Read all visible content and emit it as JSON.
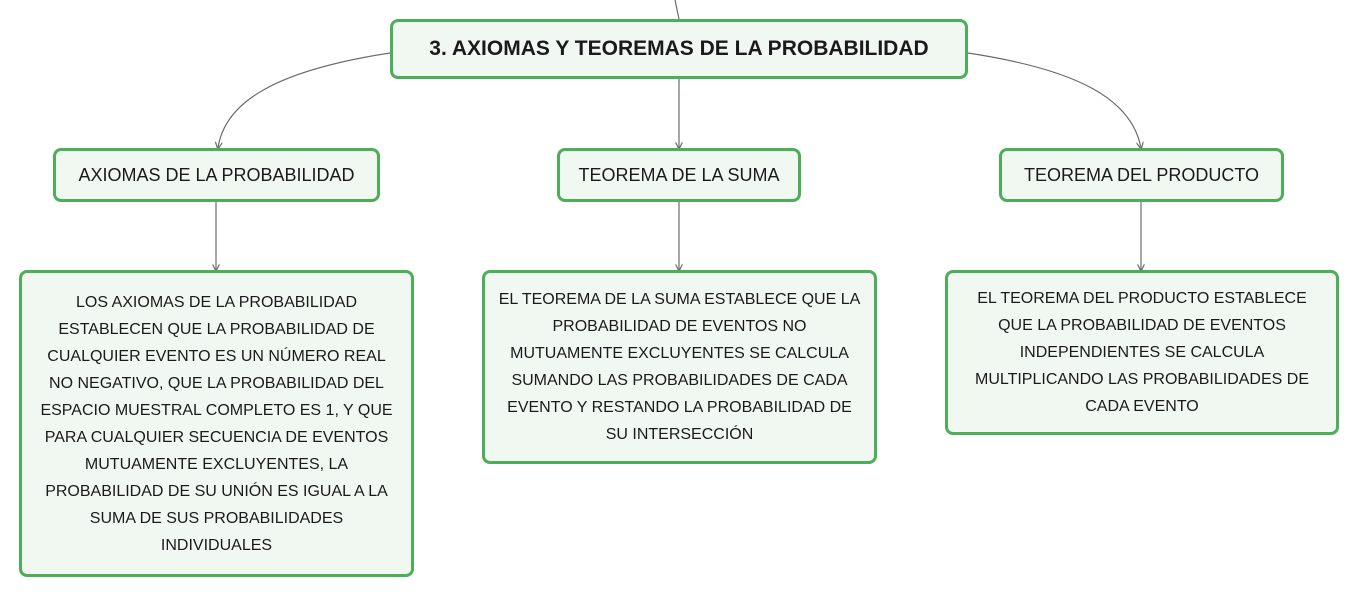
{
  "diagram": {
    "root": {
      "title": "3. AXIOMAS Y TEOREMAS DE LA PROBABILIDAD"
    },
    "branches": [
      {
        "title": "AXIOMAS DE LA PROBABILIDAD",
        "description": "LOS AXIOMAS DE LA PROBABILIDAD ESTABLECEN QUE LA PROBABILIDAD DE CUALQUIER EVENTO ES UN NÚMERO REAL NO NEGATIVO, QUE LA PROBABILIDAD DEL ESPACIO MUESTRAL COMPLETO ES 1, Y QUE PARA CUALQUIER SECUENCIA DE EVENTOS MUTUAMENTE EXCLUYENTES, LA PROBABILIDAD DE SU UNIÓN ES IGUAL A LA SUMA DE SUS PROBABILIDADES INDIVIDUALES"
      },
      {
        "title": "TEOREMA DE LA SUMA",
        "description": "EL TEOREMA DE LA SUMA ESTABLECE QUE LA PROBABILIDAD DE EVENTOS NO MUTUAMENTE EXCLUYENTES SE CALCULA SUMANDO LAS PROBABILIDADES DE CADA EVENTO Y RESTANDO LA PROBABILIDAD DE SU INTERSECCIÓN"
      },
      {
        "title": "TEOREMA DEL PRODUCTO",
        "description": "EL TEOREMA DEL PRODUCTO ESTABLECE QUE LA PROBABILIDAD DE EVENTOS INDEPENDIENTES SE CALCULA MULTIPLICANDO LAS PROBABILIDADES DE CADA EVENTO"
      }
    ]
  },
  "colors": {
    "node_border": "#4cae59",
    "node_fill": "#f1f8f2",
    "connector": "#6b6b6b"
  }
}
